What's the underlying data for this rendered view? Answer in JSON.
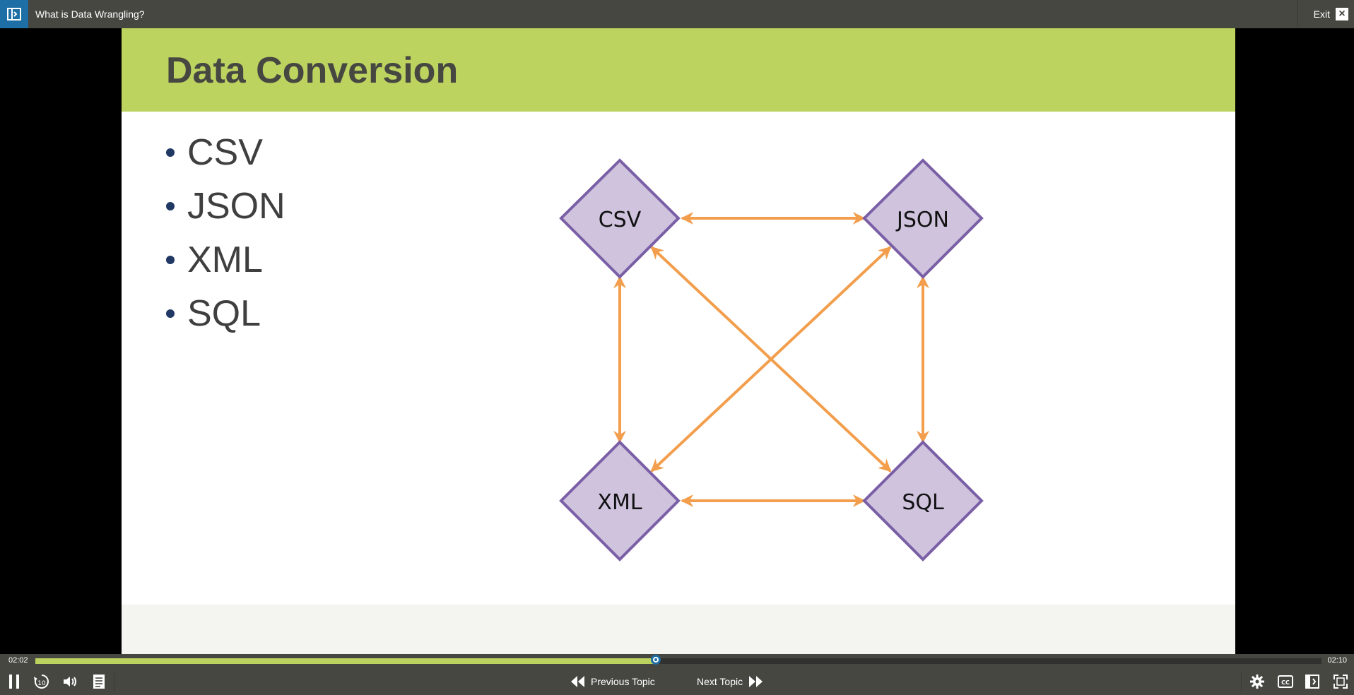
{
  "header": {
    "lesson_title": "What is Data Wrangling?",
    "exit_label": "Exit"
  },
  "slide": {
    "title": "Data Conversion",
    "bullets": [
      "CSV",
      "JSON",
      "XML",
      "SQL"
    ],
    "diagram": {
      "nodes": [
        "CSV",
        "JSON",
        "XML",
        "SQL"
      ]
    }
  },
  "player": {
    "current_time": "02:02",
    "total_time": "02:10",
    "progress": 0.4823,
    "prev_label": "Previous Topic",
    "next_label": "Next Topic",
    "icons": [
      "pause-icon",
      "rewind-10-icon",
      "volume-icon",
      "transcript-icon",
      "settings-icon",
      "captions-icon",
      "sidebar-icon",
      "fullscreen-icon"
    ]
  },
  "colors": {
    "topbar": "#474742",
    "accent": "#1d6fa5",
    "header_green": "#bcd360",
    "node_fill": "#cfc3de",
    "node_stroke": "#7a5fa6",
    "arrow": "#f29e4c"
  }
}
